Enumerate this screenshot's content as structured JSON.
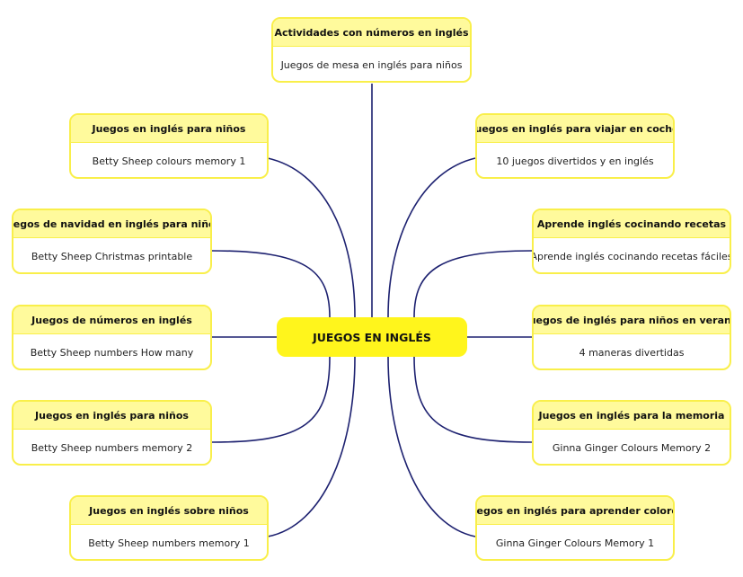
{
  "colors": {
    "line": "#1d2170",
    "header": "#fffa9c",
    "border": "#f9ef4a",
    "center": "#fff51c"
  },
  "center": {
    "label": "JUEGOS EN INGLÉS"
  },
  "nodes": [
    {
      "title": "Actividades con números en inglés",
      "item": "Juegos de mesa en inglés para niños"
    },
    {
      "title": "Juegos en inglés para niños",
      "item": "Betty Sheep colours memory 1"
    },
    {
      "title": "Juegos de navidad en inglés para niños",
      "item": "Betty Sheep Christmas printable"
    },
    {
      "title": "Juegos de números en inglés",
      "item": "Betty Sheep numbers How many"
    },
    {
      "title": "Juegos en inglés para niños",
      "item": "Betty Sheep numbers memory 2"
    },
    {
      "title": "Juegos en inglés sobre niños",
      "item": "Betty Sheep numbers memory 1"
    },
    {
      "title": "Juegos en inglés para viajar en coche",
      "item": "10 juegos divertidos y en inglés"
    },
    {
      "title": "Aprende inglés cocinando recetas",
      "item": "Aprende inglés cocinando recetas fáciles"
    },
    {
      "title": "Juegos de inglés para niños en verano",
      "item": "4 maneras divertidas"
    },
    {
      "title": "Juegos en inglés para la memoria",
      "item": "Ginna Ginger Colours Memory 2"
    },
    {
      "title": "Juegos en inglés para aprender colores",
      "item": "Ginna Ginger Colours Memory 1"
    }
  ]
}
